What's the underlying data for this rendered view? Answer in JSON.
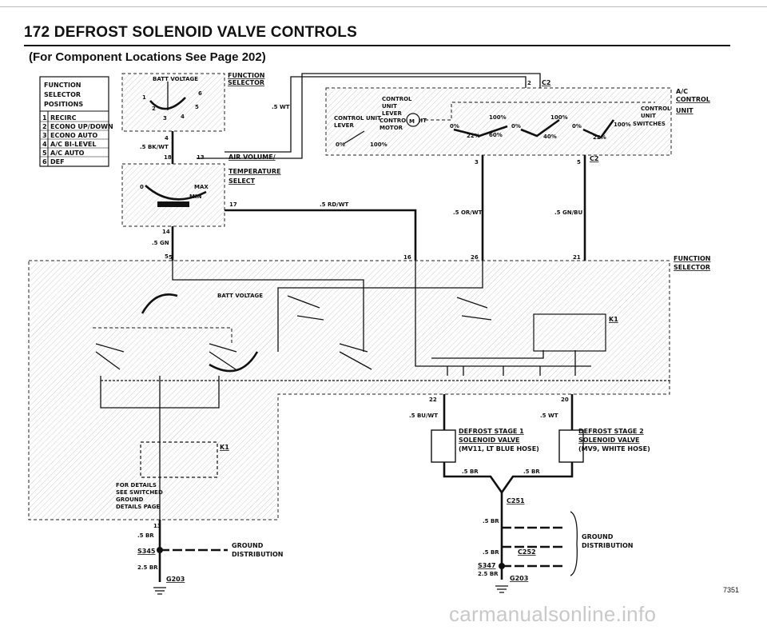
{
  "header": {
    "page_title": "172  DEFROST SOLENOID VALVE CONTROLS",
    "subtitle": "(For Component Locations See Page 202)"
  },
  "legend": {
    "heading": [
      "FUNCTION",
      "SELECTOR",
      "POSITIONS"
    ],
    "rows": [
      {
        "num": "1",
        "text": "RECIRC"
      },
      {
        "num": "2",
        "text": "ECONO UP/DOWN"
      },
      {
        "num": "3",
        "text": "ECONO AUTO"
      },
      {
        "num": "4",
        "text": "A/C BI-LEVEL"
      },
      {
        "num": "5",
        "text": "A/C AUTO"
      },
      {
        "num": "6",
        "text": "DEF"
      }
    ]
  },
  "labels": {
    "batt_voltage_top": "BATT VOLTAGE",
    "function_selector_top": [
      "FUNCTION",
      "SELECTOR"
    ],
    "air_volume": [
      "AIR VOLUME/",
      "TEMPERATURE",
      "SELECT"
    ],
    "max": "MAX",
    "min": "MIN",
    "wire_5wt_top": ".5 WT",
    "wire_5bkwt": ".5 BK/WT",
    "wire_5rdwt": ".5 RD/WT",
    "wire_5gn": ".5 GN",
    "wire_5orwt": ".5 OR/WT",
    "wire_5gnbu": ".5 GN/BU",
    "c2": "C2",
    "ac_control_unit": [
      "A/C",
      "CONTROL",
      "UNIT"
    ],
    "control_unit_lever": [
      "CONTROL",
      "UNIT",
      "LEVER"
    ],
    "control_unit_motor": [
      "CONTROL UNIT",
      "MOTOR"
    ],
    "control_unit_lever2": [
      "CONTROL UNIT",
      "LEVER"
    ],
    "control_unit_switches": [
      "CONTROL",
      "UNIT",
      "SWITCHES"
    ],
    "percents": [
      "0%",
      "100%",
      "0%",
      "100%",
      "0%",
      "22%",
      "60%",
      "40%",
      "22%",
      "0%",
      "100%",
      "100%"
    ],
    "function_selector_main": [
      "FUNCTION",
      "SELECTOR"
    ],
    "batt_voltage_main": "BATT VOLTAGE",
    "k1": "K1",
    "wire_5buwt": ".5 BU/WT",
    "wire_5wt": ".5 WT",
    "defrost1": [
      "DEFROST STAGE 1",
      "SOLENOID VALVE",
      "(MV11, LT BLUE HOSE)"
    ],
    "defrost2": [
      "DEFROST STAGE 2",
      "SOLENOID VALVE",
      "(MV9, WHITE HOSE)"
    ],
    "wire_5br": ".5 BR",
    "wire_25br": "2.5 BR",
    "c251": "C251",
    "c252": "C252",
    "s345": "S345",
    "s347": "S347",
    "g203": "G203",
    "ground_dist": [
      "GROUND",
      "DISTRIBUTION"
    ],
    "for_details": [
      "FOR DETAILS",
      "SEE SWITCHED",
      "GROUND",
      "DETAILS PAGE"
    ],
    "pins": [
      "1",
      "2",
      "3",
      "4",
      "5",
      "6",
      "13",
      "14",
      "16",
      "17",
      "18",
      "20",
      "21",
      "22",
      "26"
    ]
  },
  "footer": {
    "page_number": "7351",
    "watermark": "carmanualsonline.info"
  }
}
